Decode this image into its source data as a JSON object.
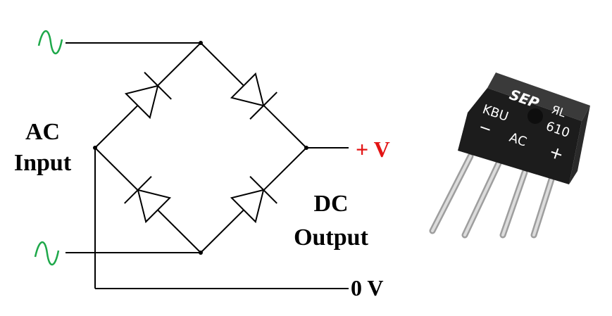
{
  "labels": {
    "ac_input_line1": "AC",
    "ac_input_line2": "Input",
    "dc_output_line1": "DC",
    "dc_output_line2": "Output",
    "positive_rail": "+ V",
    "ground_rail": "0 V"
  },
  "component_markings": {
    "brand": "SEP",
    "part_prefix": "KBU",
    "part_number": "610",
    "pin_negative": "−",
    "pin_ac": "AC",
    "pin_positive": "+"
  },
  "icons": {
    "ac_source_top": "sine-wave-icon",
    "ac_source_bottom": "sine-wave-icon",
    "ul_mark": "ul-recognized-icon"
  },
  "colors": {
    "wire": "#000000",
    "ac_symbol": "#1ea84a",
    "positive_rail_text": "#e31414",
    "package_body": "#1c1c1c",
    "package_marking": "#ffffff",
    "pin": "#b8b8b8"
  }
}
